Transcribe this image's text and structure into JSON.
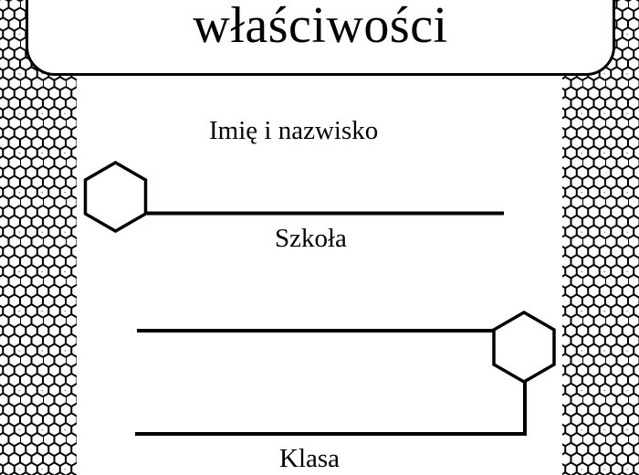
{
  "header": {
    "title": "właściwości"
  },
  "form": {
    "fields": [
      {
        "label": "Imię i nazwisko"
      },
      {
        "label": "Szkoła"
      },
      {
        "label": "Klasa"
      }
    ]
  },
  "colors": {
    "ink": "#000000",
    "paper": "#ffffff"
  },
  "decor": {
    "pattern": "hexagon-honeycomb",
    "icons": [
      "hexagon-icon",
      "hexagon-icon"
    ]
  }
}
